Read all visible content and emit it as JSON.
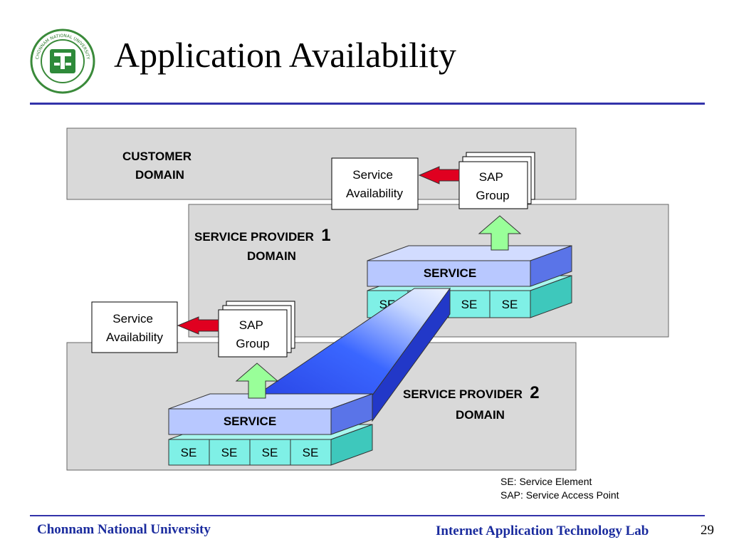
{
  "slide": {
    "title": "Application Availability",
    "logo_text": "CHONNAM NATIONAL UNIVERSITY",
    "footer_left": "Chonnam National University",
    "footer_right": "Internet Application Technology Lab",
    "page_number": "29"
  },
  "colors": {
    "rule": "#3333aa",
    "footer_text": "#1a2b9e",
    "domain_fill": "#d9d9d9",
    "service_fill": "#b8c8ff",
    "se_fill": "#7ff0e6",
    "arrow_up": "#99ff99",
    "arrow_left": "#e00020",
    "tunnel": "#3355ee"
  },
  "diagram": {
    "customer_domain": [
      "CUSTOMER",
      "DOMAIN"
    ],
    "sp1_domain": {
      "line1": "SERVICE PROVIDER",
      "num": "1",
      "line2": "DOMAIN"
    },
    "sp2_domain": {
      "line1": "SERVICE PROVIDER",
      "num": "2",
      "line2": "DOMAIN"
    },
    "service_availability": [
      "Service",
      "Availability"
    ],
    "sap_group": [
      "SAP",
      "Group"
    ],
    "service_label": "SERVICE",
    "se_label": "SE",
    "se_hidden": "SE",
    "legend": [
      "SE: Service Element",
      "SAP: Service Access Point"
    ]
  }
}
